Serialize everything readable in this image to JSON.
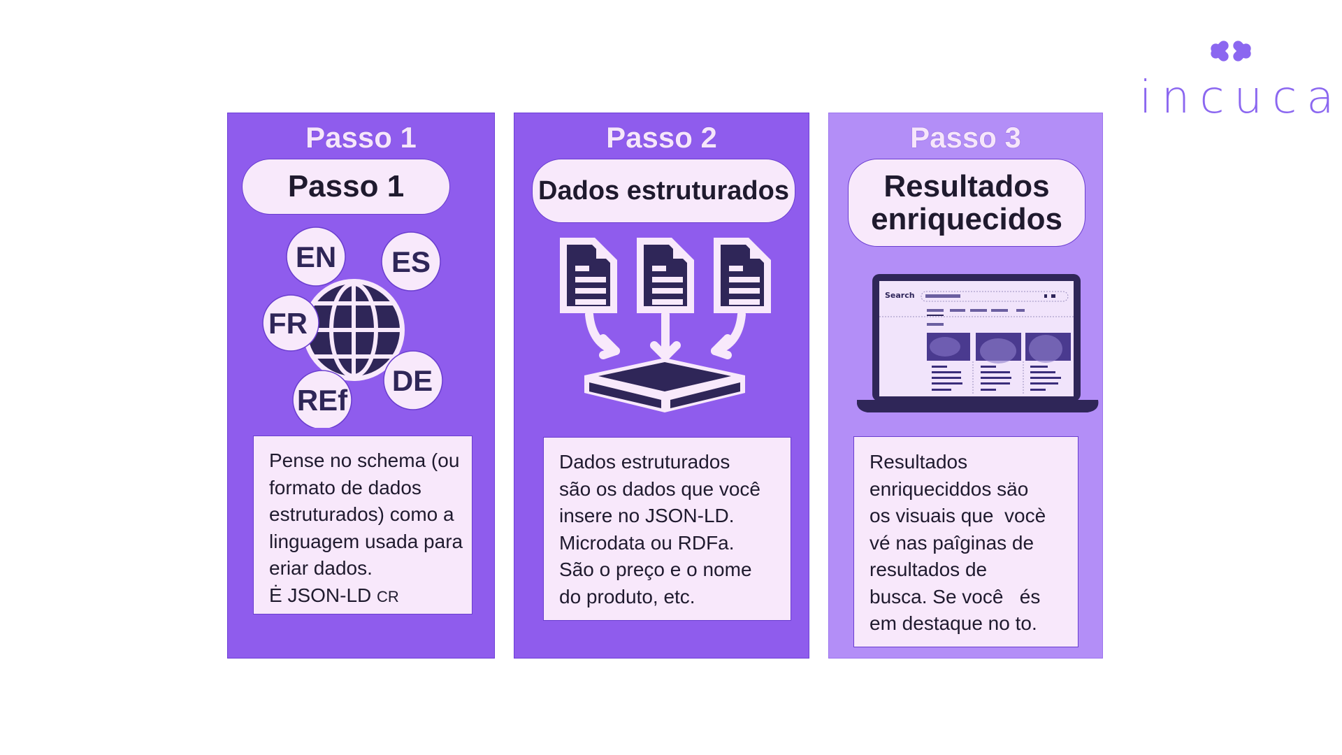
{
  "brand": {
    "logo_text": "incuca",
    "logo_icon": "code-brackets-icon",
    "accent_color": "#8b67f0"
  },
  "colors": {
    "panel_primary": "#8f5ced",
    "panel_light": "#b38ef7",
    "card_bg": "#f8e9fb",
    "dark_ink": "#2f2658",
    "text": "#1f1a2e"
  },
  "steps": [
    {
      "title": "Passo 1",
      "pill": "Passo 1",
      "illustration": "globe-languages-icon",
      "languages": [
        "EN",
        "ES",
        "FR",
        "DE",
        "REf"
      ],
      "body_lines": [
        "Pense no schema (ou",
        "formato de dados",
        "estruturados) como a",
        "linguagem usada para",
        "eriar dados.",
        "Ė JSON-LD"
      ],
      "body_suffix": "CR"
    },
    {
      "title": "Passo 2",
      "pill": "Dados estruturados",
      "illustration": "documents-to-database-icon",
      "body_lines": [
        "Dados estruturados",
        "são os dados que você",
        "insere no JSON-LD.",
        "Microdata ou RDFa.",
        "São o preço e o nome",
        "do produto, etc."
      ]
    },
    {
      "title": "Passo 3",
      "pill_lines": [
        "Resultados",
        "enriquecidos"
      ],
      "illustration": "laptop-search-results-icon",
      "laptop_screen": {
        "search_label": "Search"
      },
      "body_lines": [
        "Resultados",
        "enriqueciddos säo",
        "os visuais que  vocè",
        "vé nas paîginas de",
        "resultados de",
        "busca. Se você   és",
        "em destaque no to."
      ]
    }
  ]
}
